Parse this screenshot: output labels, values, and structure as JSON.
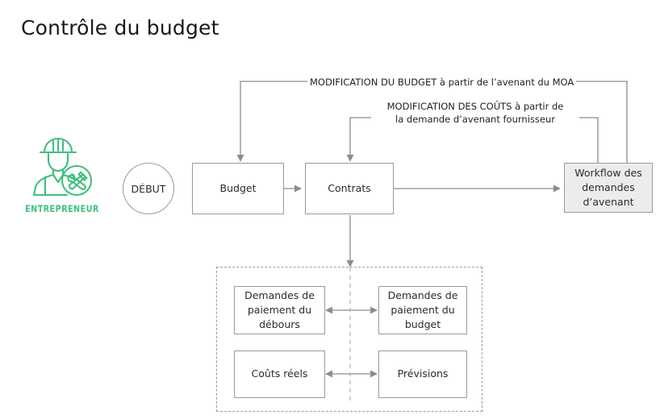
{
  "page": {
    "title": "Contrôle du budget"
  },
  "actor": {
    "icon": "worker-with-tools-icon",
    "label": "ENTREPRENEUR",
    "color": "#3ec07f"
  },
  "diagram": {
    "type": "flowchart",
    "nodes": [
      {
        "id": "start",
        "label": "DÉBUT",
        "shape": "circle"
      },
      {
        "id": "budget",
        "label": "Budget",
        "shape": "rect"
      },
      {
        "id": "contrats",
        "label": "Contrats",
        "shape": "rect"
      },
      {
        "id": "workflow",
        "label": "Workflow des demandes d’avenant",
        "shape": "rect",
        "fill": "#ececec"
      },
      {
        "id": "dem-debours",
        "label": "Demandes de paiement du débours",
        "shape": "rect"
      },
      {
        "id": "dem-budget",
        "label": "Demandes de paiement du budget",
        "shape": "rect"
      },
      {
        "id": "couts-reels",
        "label": "Coûts réels",
        "shape": "rect"
      },
      {
        "id": "previsions",
        "label": "Prévisions",
        "shape": "rect"
      }
    ],
    "edge_labels": {
      "modification_budget": "MODIFICATION DU BUDGET à partir de l’avenant du MOA",
      "modification_couts_line1": "MODIFICATION DES COÛTS à partir de",
      "modification_couts_line2": "la demande d’avenant fournisseur"
    },
    "colors": {
      "stroke": "#9a9a9a",
      "arrow": "#8c8c8c",
      "text": "#2b2b2b",
      "shaded_fill": "#ececec"
    }
  }
}
